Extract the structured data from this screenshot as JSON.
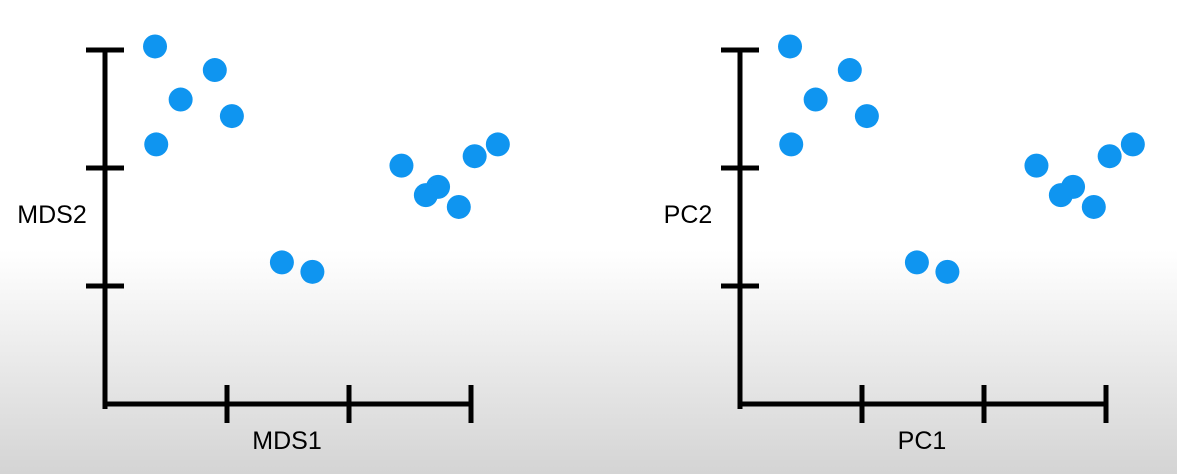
{
  "colors": {
    "point": "#0f95f0",
    "axis": "#000000"
  },
  "chart_data": [
    {
      "type": "scatter",
      "title": "",
      "xlabel": "MDS1",
      "ylabel": "MDS2",
      "grid": false,
      "legend": "none",
      "xlim": [
        0,
        3
      ],
      "ylim": [
        0,
        3
      ],
      "x_ticks": [
        1,
        2,
        3
      ],
      "y_ticks": [
        1,
        2,
        3
      ],
      "series": [
        {
          "x": [
            0.41,
            0.9,
            0.62,
            1.04,
            0.42,
            1.45,
            1.7,
            3.22,
            3.03,
            2.43,
            2.73,
            2.63,
            2.9
          ],
          "y": [
            3.03,
            2.83,
            2.58,
            2.44,
            2.2,
            1.2,
            1.12,
            2.2,
            2.1,
            2.02,
            1.84,
            1.77,
            1.67
          ]
        }
      ]
    },
    {
      "type": "scatter",
      "title": "",
      "xlabel": "PC1",
      "ylabel": "PC2",
      "grid": false,
      "legend": "none",
      "xlim": [
        0,
        3
      ],
      "ylim": [
        0,
        3
      ],
      "x_ticks": [
        1,
        2,
        3
      ],
      "y_ticks": [
        1,
        2,
        3
      ],
      "series": [
        {
          "x": [
            0.41,
            0.9,
            0.62,
            1.04,
            0.42,
            1.45,
            1.7,
            3.22,
            3.03,
            2.43,
            2.73,
            2.63,
            2.9
          ],
          "y": [
            3.03,
            2.83,
            2.58,
            2.44,
            2.2,
            1.2,
            1.12,
            2.2,
            2.1,
            2.02,
            1.84,
            1.77,
            1.67
          ]
        }
      ]
    }
  ]
}
